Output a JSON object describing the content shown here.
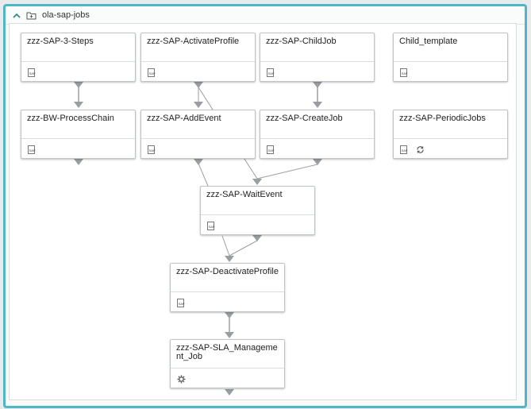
{
  "group": {
    "title": "ola-sap-jobs"
  },
  "jobs": [
    {
      "name": "zzz-SAP-3-Steps",
      "icon": "sap-icon"
    },
    {
      "name": "zzz-SAP-ActivateProfile",
      "icon": "sap-icon"
    },
    {
      "name": "zzz-SAP-ChildJob",
      "icon": "sap-icon"
    },
    {
      "name": "Child_template",
      "icon": "sap-icon"
    },
    {
      "name": "zzz-BW-ProcessChain",
      "icon": "sap-icon"
    },
    {
      "name": "zzz-SAP-AddEvent",
      "icon": "sap-icon"
    },
    {
      "name": "zzz-SAP-CreateJob",
      "icon": "sap-icon"
    },
    {
      "name": "zzz-SAP-PeriodicJobs",
      "icon": "sap-icon",
      "extra_icon": "cyclic-refresh-icon"
    },
    {
      "name": "zzz-SAP-WaitEvent",
      "icon": "sap-icon"
    },
    {
      "name": "zzz-SAP-DeactivateProfile",
      "icon": "sap-icon"
    },
    {
      "name": "zzz-SAP-SLA_Management_Job",
      "icon": "gear-icon"
    }
  ],
  "colors": {
    "frame": "#4fb6c6",
    "connector": "#9a9ea2"
  }
}
